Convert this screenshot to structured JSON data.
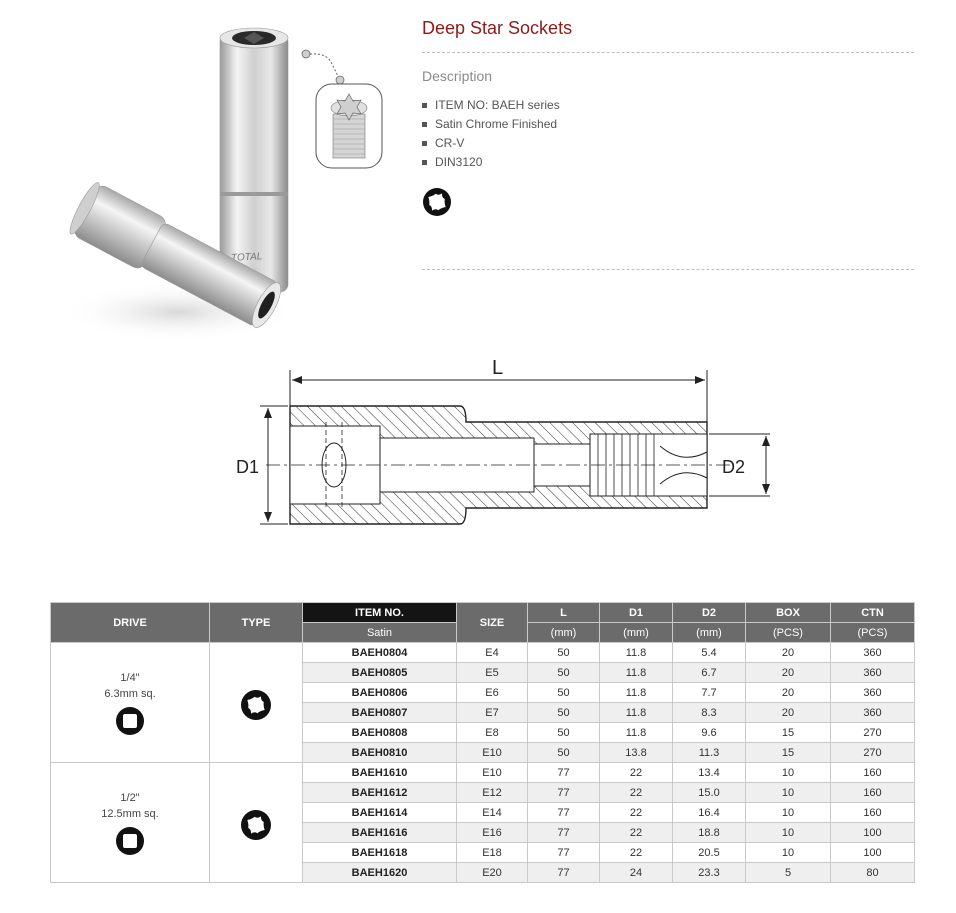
{
  "product": {
    "title": "Deep Star Sockets",
    "description_heading": "Description",
    "features": [
      "ITEM NO: BAEH series",
      "Satin Chrome Finished",
      "CR-V",
      "DIN3120"
    ],
    "brand_mark": "TOTAL",
    "icon": "torx-star-icon"
  },
  "drawing": {
    "length_label": "L",
    "d1_label": "D1",
    "d2_label": "D2"
  },
  "table": {
    "headers": {
      "drive": "DRIVE",
      "type": "TYPE",
      "item_no": "ITEM NO.",
      "finish": "Satin",
      "size": "SIZE",
      "l": "L",
      "l_unit": "(mm)",
      "d1": "D1",
      "d1_unit": "(mm)",
      "d2": "D2",
      "d2_unit": "(mm)",
      "box": "BOX",
      "box_unit": "(PCS)",
      "ctn": "CTN",
      "ctn_unit": "(PCS)"
    },
    "groups": [
      {
        "drive": "1/4\"",
        "drive_sq": "6.3mm sq.",
        "rows": [
          {
            "item": "BAEH0804",
            "size": "E4",
            "l": "50",
            "d1": "11.8",
            "d2": "5.4",
            "box": "20",
            "ctn": "360"
          },
          {
            "item": "BAEH0805",
            "size": "E5",
            "l": "50",
            "d1": "11.8",
            "d2": "6.7",
            "box": "20",
            "ctn": "360"
          },
          {
            "item": "BAEH0806",
            "size": "E6",
            "l": "50",
            "d1": "11.8",
            "d2": "7.7",
            "box": "20",
            "ctn": "360"
          },
          {
            "item": "BAEH0807",
            "size": "E7",
            "l": "50",
            "d1": "11.8",
            "d2": "8.3",
            "box": "20",
            "ctn": "360"
          },
          {
            "item": "BAEH0808",
            "size": "E8",
            "l": "50",
            "d1": "11.8",
            "d2": "9.6",
            "box": "15",
            "ctn": "270"
          },
          {
            "item": "BAEH0810",
            "size": "E10",
            "l": "50",
            "d1": "13.8",
            "d2": "11.3",
            "box": "15",
            "ctn": "270"
          }
        ]
      },
      {
        "drive": "1/2\"",
        "drive_sq": "12.5mm sq.",
        "rows": [
          {
            "item": "BAEH1610",
            "size": "E10",
            "l": "77",
            "d1": "22",
            "d2": "13.4",
            "box": "10",
            "ctn": "160"
          },
          {
            "item": "BAEH1612",
            "size": "E12",
            "l": "77",
            "d1": "22",
            "d2": "15.0",
            "box": "10",
            "ctn": "160"
          },
          {
            "item": "BAEH1614",
            "size": "E14",
            "l": "77",
            "d1": "22",
            "d2": "16.4",
            "box": "10",
            "ctn": "160"
          },
          {
            "item": "BAEH1616",
            "size": "E16",
            "l": "77",
            "d1": "22",
            "d2": "18.8",
            "box": "10",
            "ctn": "100"
          },
          {
            "item": "BAEH1618",
            "size": "E18",
            "l": "77",
            "d1": "22",
            "d2": "20.5",
            "box": "10",
            "ctn": "100"
          },
          {
            "item": "BAEH1620",
            "size": "E20",
            "l": "77",
            "d1": "24",
            "d2": "23.3",
            "box": "5",
            "ctn": "80"
          }
        ]
      }
    ]
  },
  "colors": {
    "title": "#8f1a1a",
    "header_bg": "#6b6b6b",
    "item_header_bg": "#141414",
    "alt_row_bg": "#efefef"
  }
}
